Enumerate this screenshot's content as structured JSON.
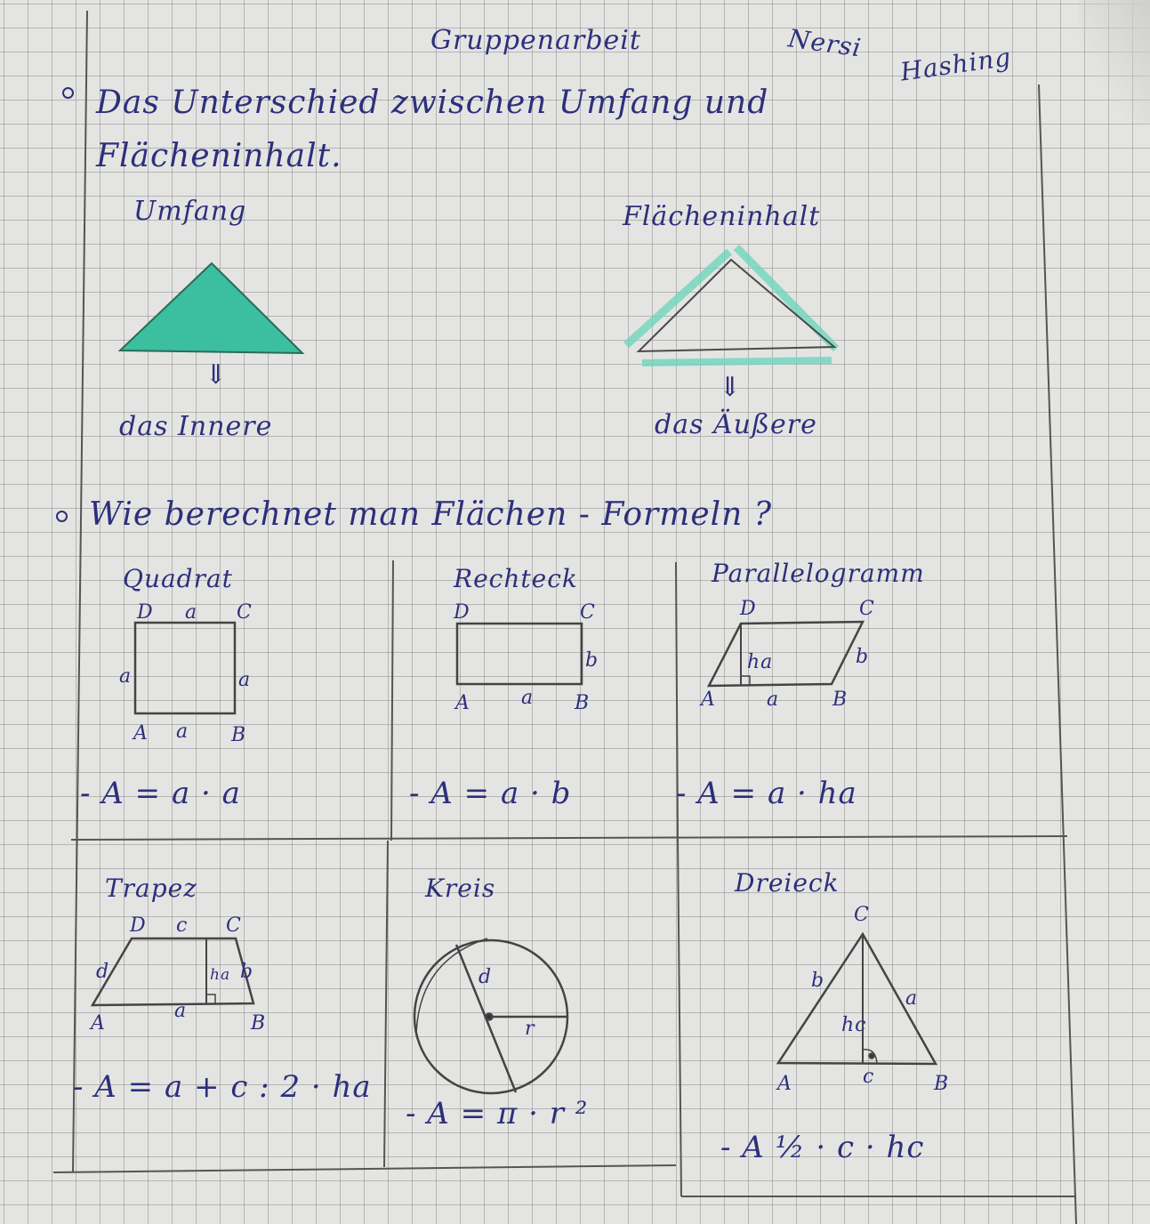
{
  "header": {
    "title": "Gruppenarbeit",
    "author_first": "Nersi",
    "author_last": "Hashing"
  },
  "section1": {
    "question": "Das Unterschied zwischen Umfang und Flächeninhalt.",
    "left_heading": "Umfang",
    "right_heading": "Flächeninhalt",
    "arrow": "⇓",
    "left_caption": "das Innere",
    "right_caption": "das Äußere",
    "colors": {
      "ink": "#2d2f7c",
      "marker": "#3bbf9e",
      "pencil": "#555555"
    }
  },
  "section2": {
    "question": "Wie berechnet man Flächen - Formeln ?",
    "shapes": [
      {
        "name": "Quadrat",
        "formula": "- A = a · a",
        "labels": {
          "D": "D",
          "C": "C",
          "A": "A",
          "B": "B",
          "top": "a",
          "left": "a",
          "right": "a",
          "bottom": "a"
        }
      },
      {
        "name": "Rechteck",
        "formula": "- A = a · b",
        "labels": {
          "D": "D",
          "C": "C",
          "A": "A",
          "B": "B",
          "side": "b",
          "bottom": "a"
        }
      },
      {
        "name": "Parallelogramm",
        "formula": "- A = a · ha",
        "labels": {
          "D": "D",
          "C": "C",
          "A": "A",
          "B": "B",
          "side": "b",
          "height": "ha",
          "bottom": "a"
        }
      },
      {
        "name": "Trapez",
        "formula": "- A = a + c : 2 · ha",
        "labels": {
          "D": "D",
          "C": "C",
          "A": "A",
          "B": "B",
          "top": "c",
          "left": "d",
          "right": "b",
          "height": "ha",
          "bottom": "a"
        }
      },
      {
        "name": "Kreis",
        "formula": "- A = π · r ²",
        "labels": {
          "diameter": "d",
          "radius": "r"
        }
      },
      {
        "name": "Dreieck",
        "formula": "- A ½ · c · hc",
        "labels": {
          "C": "C",
          "A": "A",
          "B": "B",
          "left": "b",
          "right": "a",
          "height": "hc",
          "bottom": "c"
        }
      }
    ]
  }
}
